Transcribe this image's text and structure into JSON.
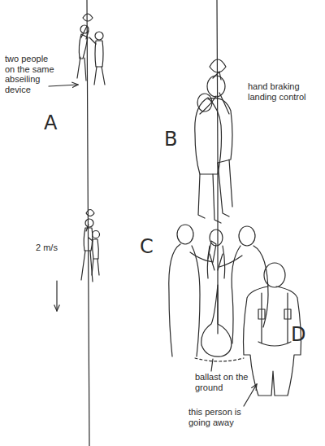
{
  "diagram": {
    "labels": [
      "two people on the same abseiling device",
      "hand braking landing control",
      "A",
      "B",
      "2 m/s",
      "C",
      "ballast on the ground",
      "D",
      "this person is going away"
    ]
  }
}
